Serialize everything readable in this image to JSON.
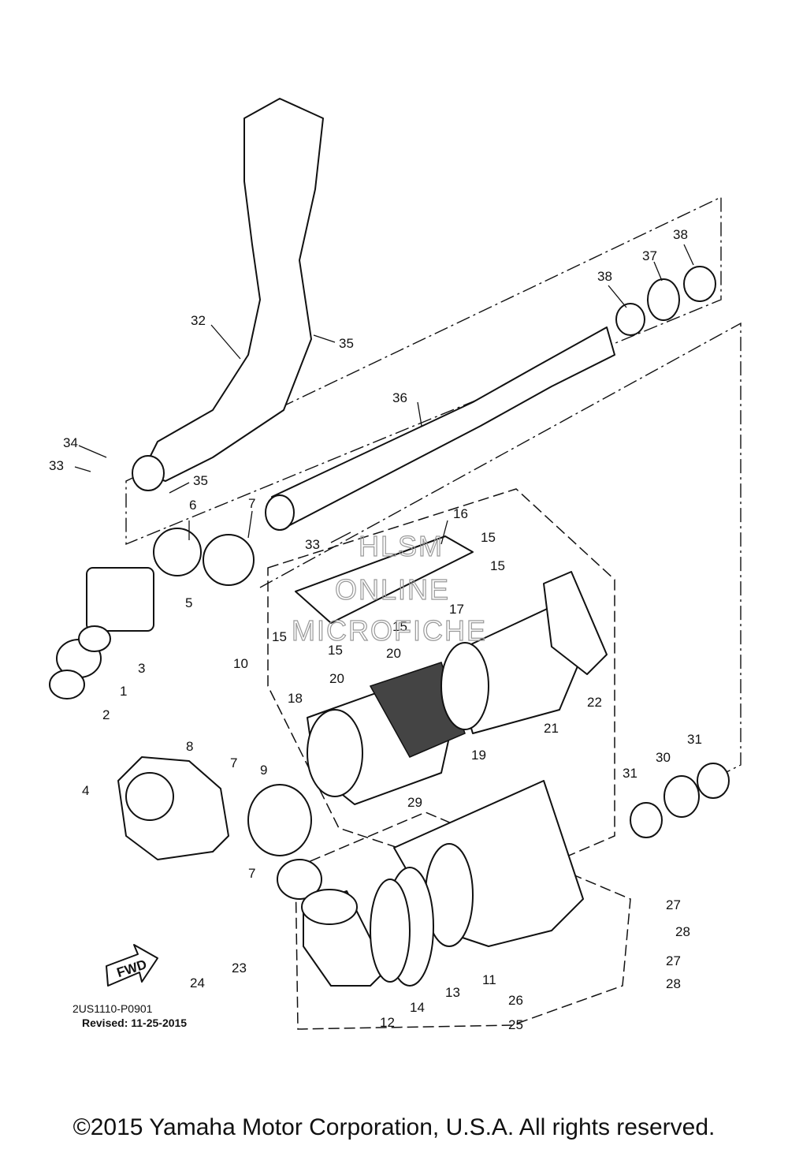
{
  "diagram": {
    "callouts": [
      "1",
      "2",
      "3",
      "4",
      "5",
      "6",
      "7",
      "7",
      "7",
      "8",
      "9",
      "10",
      "11",
      "12",
      "13",
      "14",
      "15",
      "15",
      "15",
      "15",
      "15",
      "16",
      "17",
      "18",
      "19",
      "20",
      "20",
      "21",
      "22",
      "23",
      "24",
      "25",
      "26",
      "27",
      "27",
      "28",
      "28",
      "29",
      "30",
      "31",
      "31",
      "32",
      "33",
      "33",
      "34",
      "35",
      "35",
      "36",
      "37",
      "38",
      "38"
    ],
    "watermark": [
      "HLSM",
      "ONLINE",
      "MICROFICHE"
    ],
    "fwd_label": "FWD"
  },
  "doc_number": "2US1110-P0901",
  "revised": "Revised: 11-25-2015",
  "copyright": "©2015 Yamaha Motor Corporation, U.S.A. All rights reserved."
}
